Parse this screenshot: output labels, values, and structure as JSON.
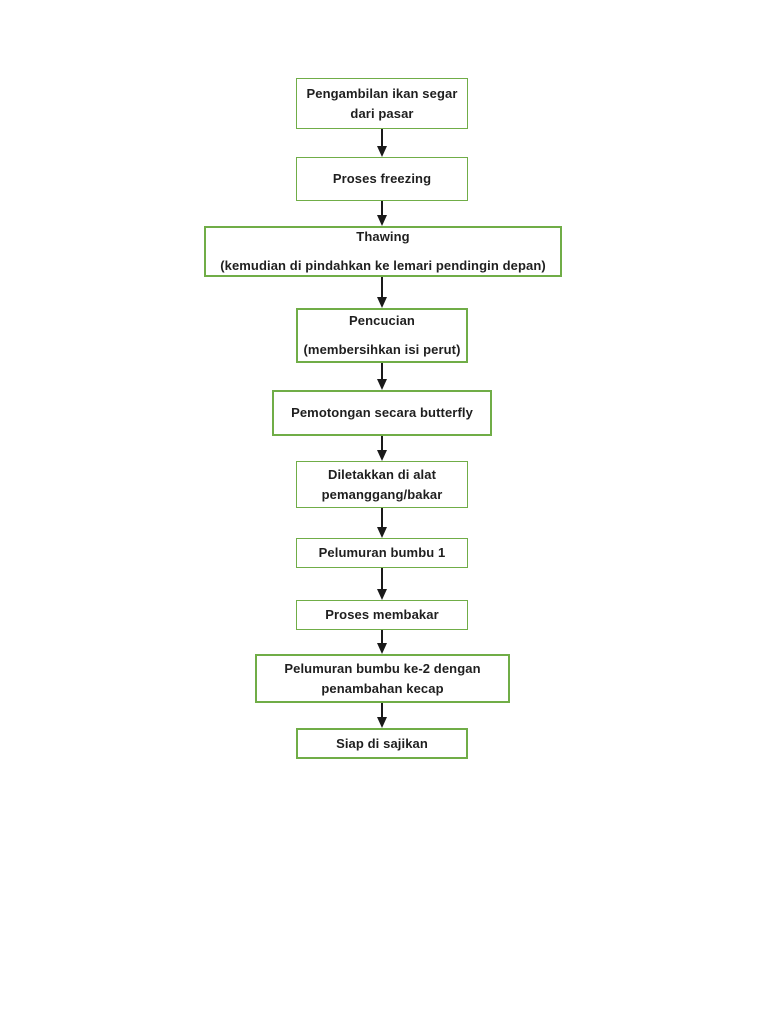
{
  "page": {
    "background": "#ffffff"
  },
  "flowchart": {
    "colors": {
      "box_border": "#70AD47",
      "box_fill": "#ffffff",
      "arrow": "#1a1a1a",
      "text": "#1f1f1f"
    },
    "steps": [
      {
        "line1": "Pengambilan ikan segar",
        "line2": "dari pasar"
      },
      {
        "line1": "Proses freezing"
      },
      {
        "line1": "Thawing",
        "line2": "(kemudian di pindahkan ke lemari pendingin depan)"
      },
      {
        "line1": "Pencucian",
        "line2": "(membersihkan isi perut)"
      },
      {
        "line1": "Pemotongan secara butterfly"
      },
      {
        "line1": "Diletakkan di alat",
        "line2": "pemanggang/bakar"
      },
      {
        "line1": "Pelumuran bumbu 1"
      },
      {
        "line1": "Proses membakar"
      },
      {
        "line1": "Pelumuran bumbu ke-2 dengan",
        "line2": "penambahan kecap"
      },
      {
        "line1": "Siap di sajikan"
      }
    ]
  }
}
